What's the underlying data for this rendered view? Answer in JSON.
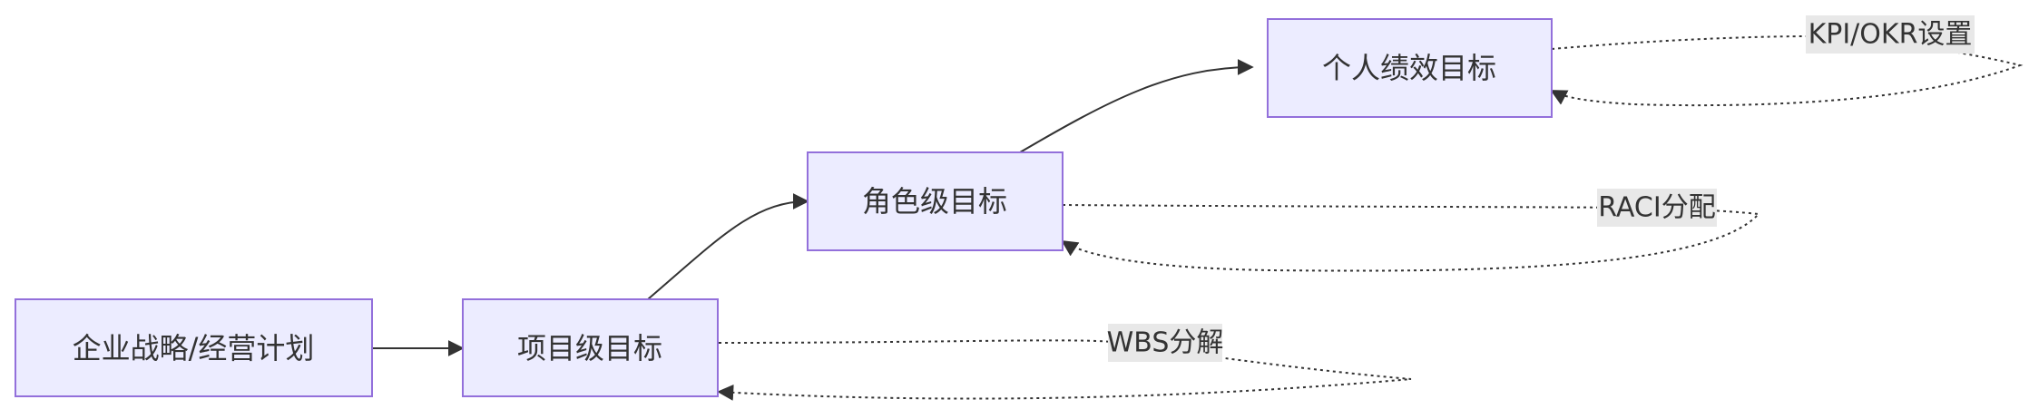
{
  "diagram": {
    "nodes": {
      "strategy": "企业战略/经营计划",
      "project": "项目级目标",
      "role": "角色级目标",
      "personal": "个人绩效目标"
    },
    "edge_labels": {
      "wbs": "WBS分解",
      "raci": "RACI分配",
      "kpi": "KPI/OKR设置"
    }
  },
  "colors": {
    "node_fill": "#ECECFF",
    "node_border": "#9370DB",
    "edge": "#333333",
    "label_background": "#E8E8E8",
    "text": "#333333"
  }
}
